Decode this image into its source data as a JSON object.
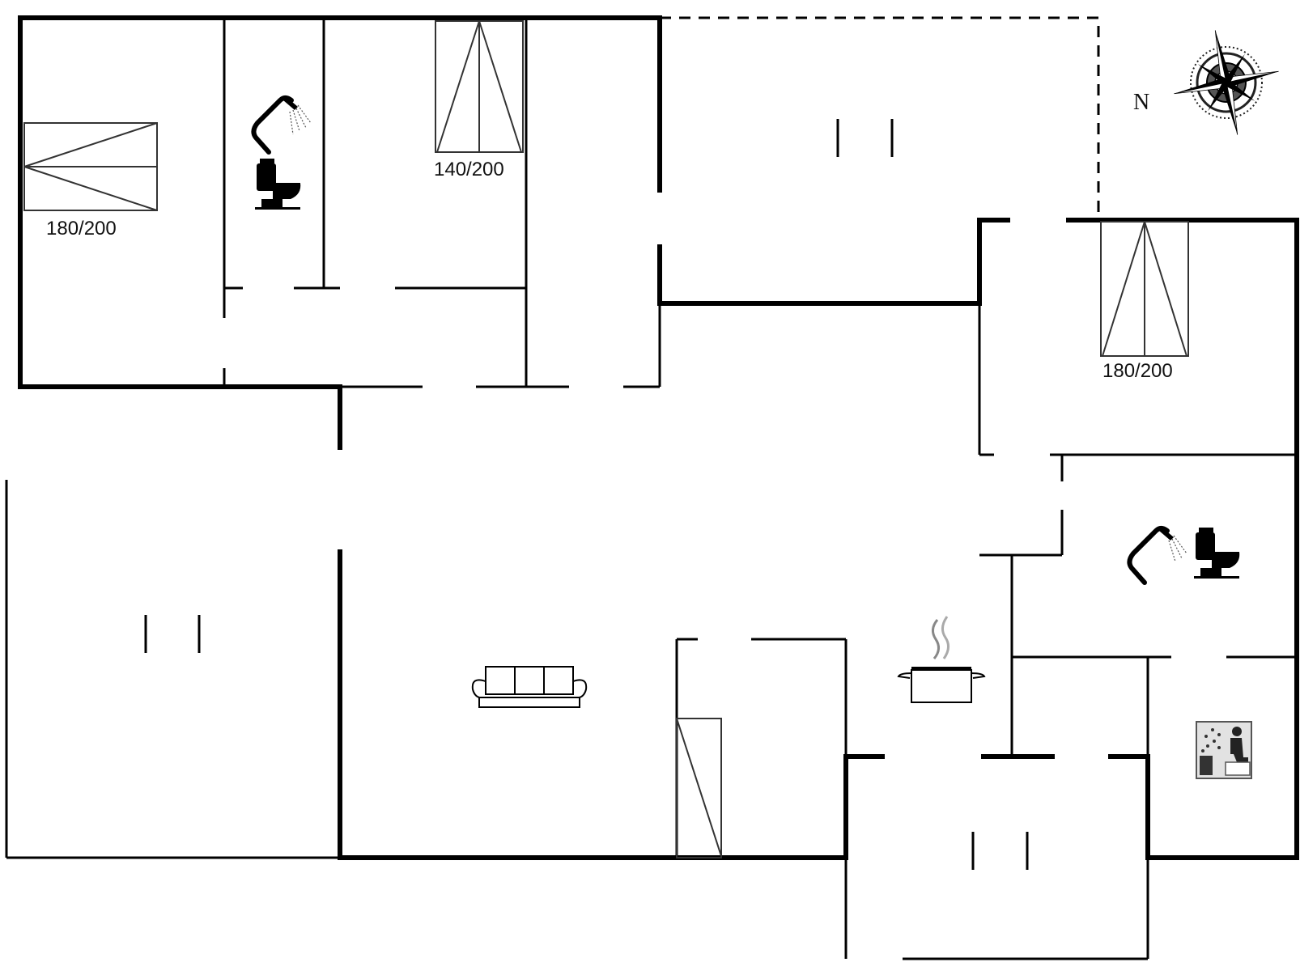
{
  "floorplan": {
    "bed_labels": {
      "bedroom_1": "180/200",
      "bedroom_2": "140/200",
      "bedroom_3": "180/200"
    },
    "compass": {
      "north_label": "N",
      "icon": "compass-rose-icon"
    },
    "icons": {
      "bathroom_1_shower": "shower-icon",
      "bathroom_1_toilet": "toilet-icon",
      "bathroom_2_shower": "shower-icon",
      "bathroom_2_toilet": "toilet-icon",
      "living_sofa": "sofa-icon",
      "kitchen": "cooking-pot-icon",
      "sauna": "sauna-icon"
    }
  }
}
